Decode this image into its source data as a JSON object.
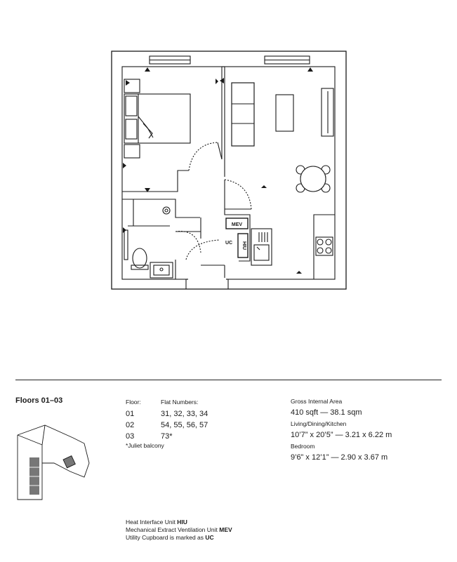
{
  "plan": {
    "mev_label": "MEV",
    "hiu_label": "HIU",
    "uc_label": "UC"
  },
  "info": {
    "floors_title": "Floors 01–03",
    "floor_header": "Floor:",
    "flats_header": "Flat Numbers:",
    "rows": [
      {
        "floor": "01",
        "flats": "31, 32, 33, 34"
      },
      {
        "floor": "02",
        "flats": "54, 55, 56, 57"
      },
      {
        "floor": "03",
        "flats": "73*"
      }
    ],
    "note": "*Juliet balcony"
  },
  "areas": {
    "gia_label": "Gross Internal Area",
    "gia_value": "410 sqft — 38.1 sqm",
    "ldk_label": "Living/Dining/Kitchen",
    "ldk_value": "10’7” x 20’5” — 3.21 x 6.22 m",
    "bed_label": "Bedroom",
    "bed_value": "9’6” x 12’1” — 2.90 x 3.67 m"
  },
  "legend": {
    "hiu_text": "Heat Interface Unit ",
    "hiu_abbr": "HIU",
    "mev_text": "Mechanical Extract Ventilation Unit ",
    "mev_abbr": "MEV",
    "uc_text": "Utility Cupboard is marked as ",
    "uc_abbr": "UC"
  },
  "colors": {
    "line": "#1a1a1a",
    "key_highlight": "#777777"
  }
}
